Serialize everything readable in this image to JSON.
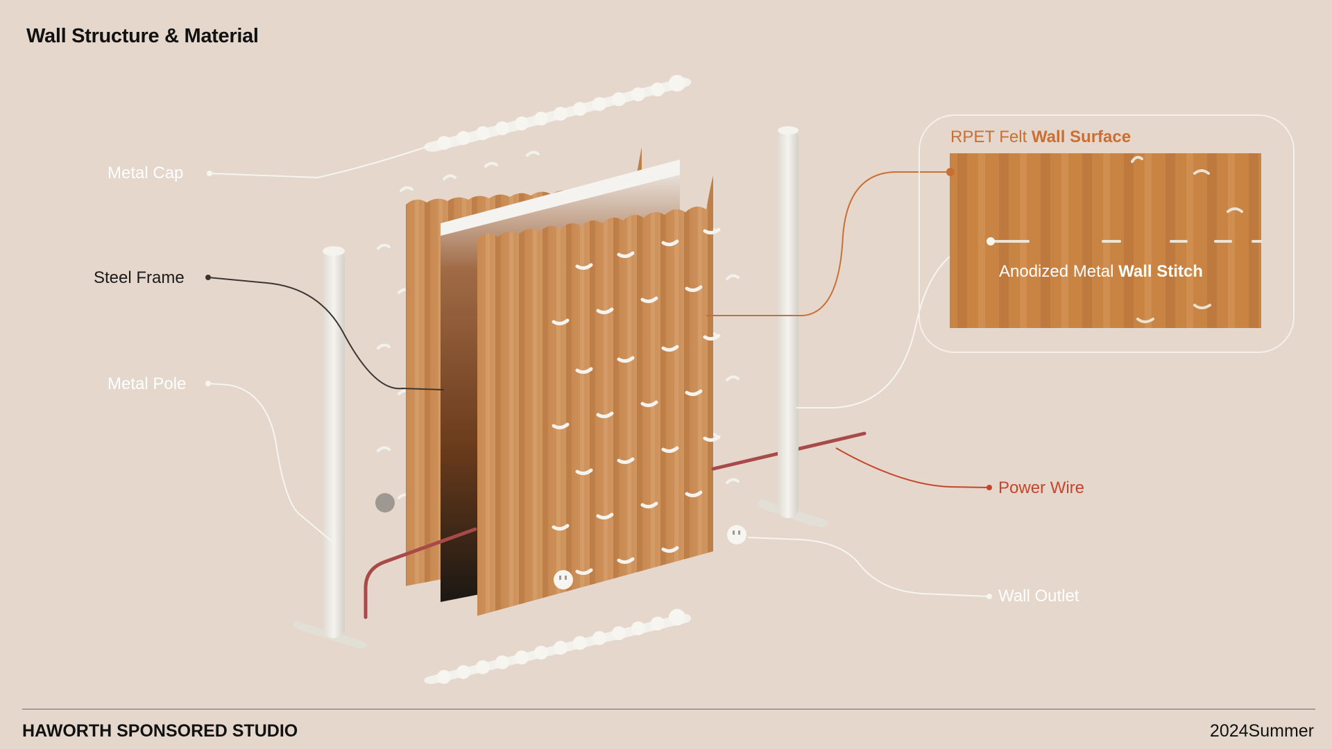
{
  "title": "Wall Structure & Material",
  "labels": {
    "metal_cap": "Metal Cap",
    "steel_frame": "Steel Frame",
    "metal_pole": "Metal Pole",
    "power_wire": "Power Wire",
    "wall_outlet": "Wall Outlet"
  },
  "inset": {
    "surface_prefix": "RPET Felt",
    "surface_bold": "Wall Surface",
    "stitch_prefix": "Anodized Metal",
    "stitch_bold": "Wall Stitch"
  },
  "footer": {
    "studio": "HAWORTH SPONSORED STUDIO",
    "season": "2024Summer"
  },
  "colors": {
    "background": "#e6d7cc",
    "felt": "#c98a4f",
    "felt_dark": "#a9683a",
    "steel": "#1e1a17",
    "white_part": "#f2f0ea",
    "wire": "#a84a4a",
    "accent_orange": "#c96f33",
    "accent_red": "#c4452a"
  }
}
